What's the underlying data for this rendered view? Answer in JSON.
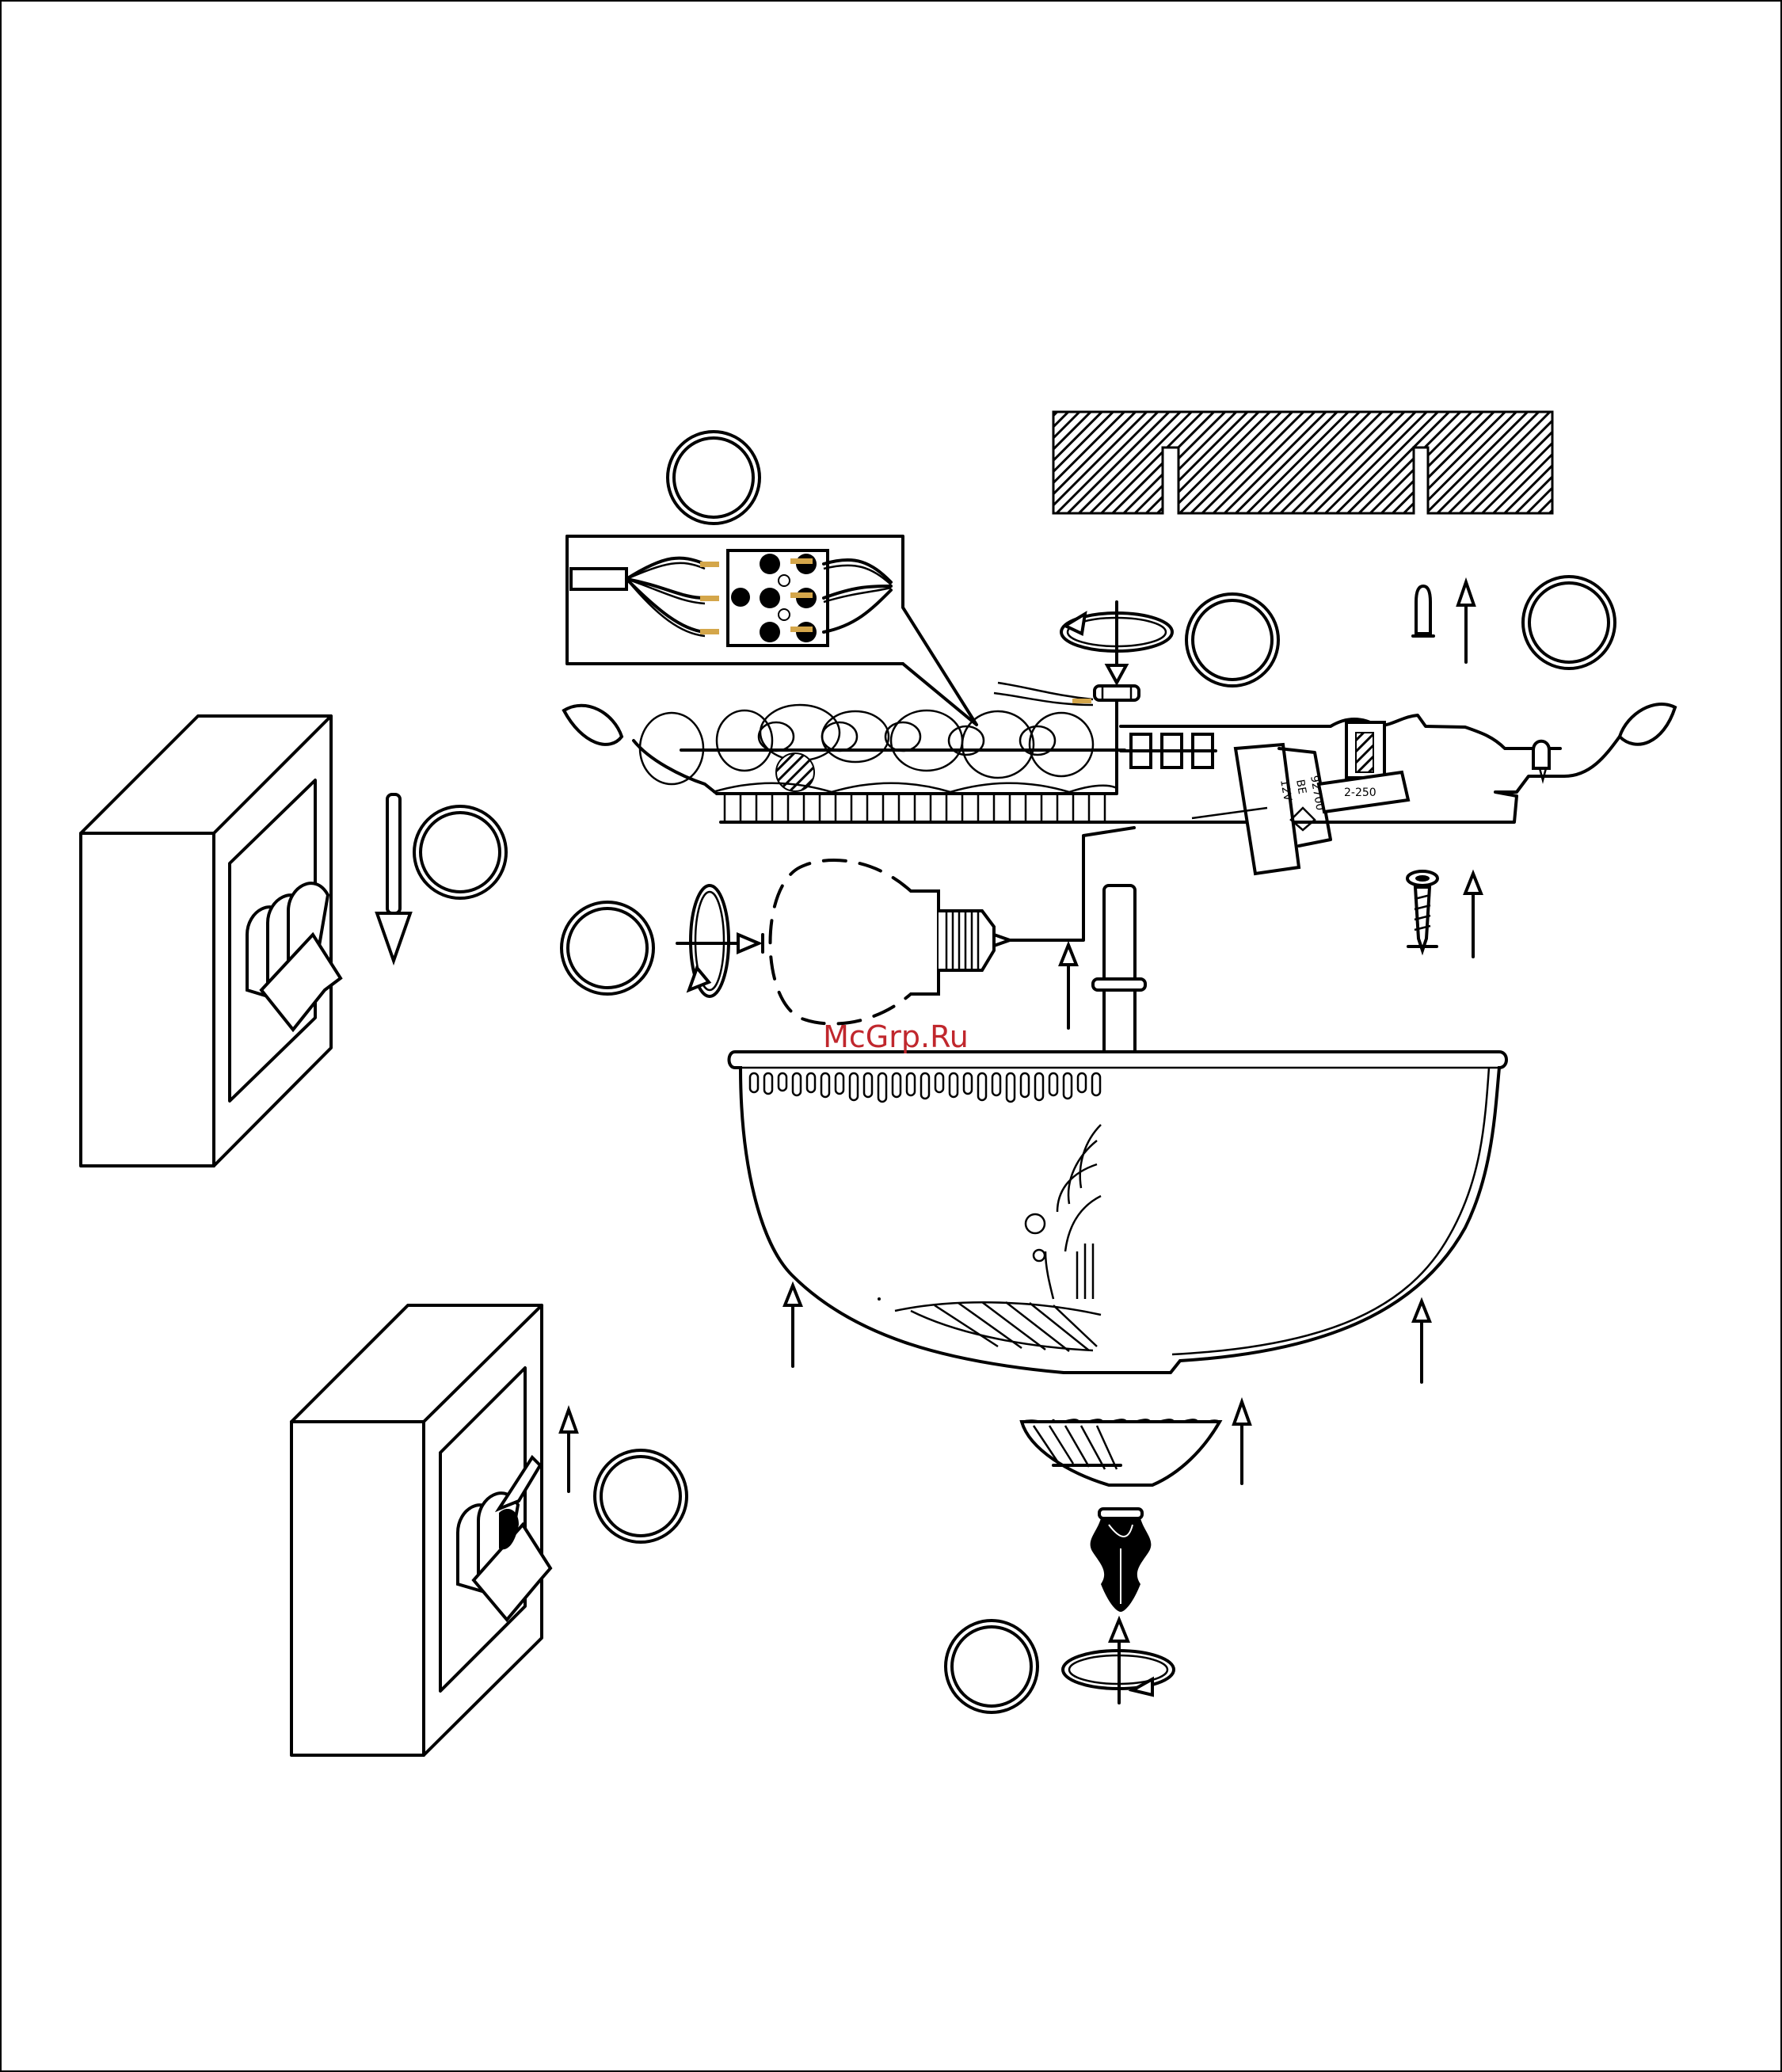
{
  "watermark": {
    "text": "McGrp.Ru",
    "color": "#c0272d"
  },
  "transformer_label": {
    "brand": "BE",
    "code": "92700",
    "input": "12V",
    "range": "2-250"
  },
  "step_circles": [
    {
      "id": "step-circle-terminal",
      "label": ""
    },
    {
      "id": "step-circle-nut",
      "label": ""
    },
    {
      "id": "step-circle-dowel",
      "label": ""
    },
    {
      "id": "step-circle-switch-off",
      "label": ""
    },
    {
      "id": "step-circle-bulb",
      "label": ""
    },
    {
      "id": "step-circle-switch-on",
      "label": ""
    },
    {
      "id": "step-circle-finial",
      "label": ""
    }
  ],
  "icons": [
    "ceiling-hatch-icon",
    "terminal-block-icon",
    "rotate-arrow-icon",
    "up-arrow-icon",
    "down-arrow-icon",
    "wall-switch-icon",
    "light-bulb-icon",
    "glass-bowl-icon",
    "finial-icon",
    "screw-icon",
    "wall-plug-icon",
    "transformer-icon"
  ],
  "colors": {
    "line": "#000000",
    "wire_tip": "#d4a64a",
    "background": "#ffffff"
  }
}
